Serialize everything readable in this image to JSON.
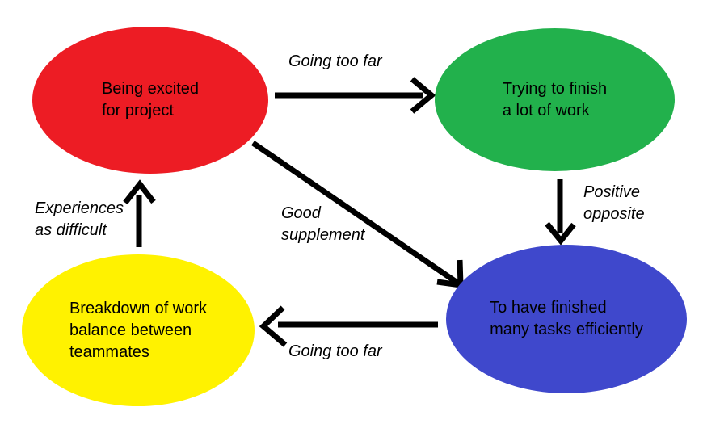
{
  "diagram": {
    "background_color": "#ffffff",
    "arrow_color": "#000000",
    "text_color": "#000000",
    "nodes": {
      "excited": {
        "label": "Being excited\nfor project",
        "color": "#ed1c24"
      },
      "trying": {
        "label": "Trying to finish\na lot of work",
        "color": "#22b14c"
      },
      "finished": {
        "label": "To have finished\nmany tasks efficiently",
        "color": "#3f48cc"
      },
      "breakdown": {
        "label": "Breakdown of work\nbalance between\nteammates",
        "color": "#fff200"
      }
    },
    "edges": {
      "excited_to_trying": {
        "from": "excited",
        "to": "trying",
        "label": "Going too far"
      },
      "trying_to_finished": {
        "from": "trying",
        "to": "finished",
        "label": "Positive\nopposite"
      },
      "excited_to_finished": {
        "from": "excited",
        "to": "finished",
        "label": "Good\nsupplement"
      },
      "finished_to_breakdown": {
        "from": "finished",
        "to": "breakdown",
        "label": "Going too far"
      },
      "breakdown_to_excited": {
        "from": "breakdown",
        "to": "excited",
        "label": "Experiences\nas difficult"
      }
    }
  }
}
